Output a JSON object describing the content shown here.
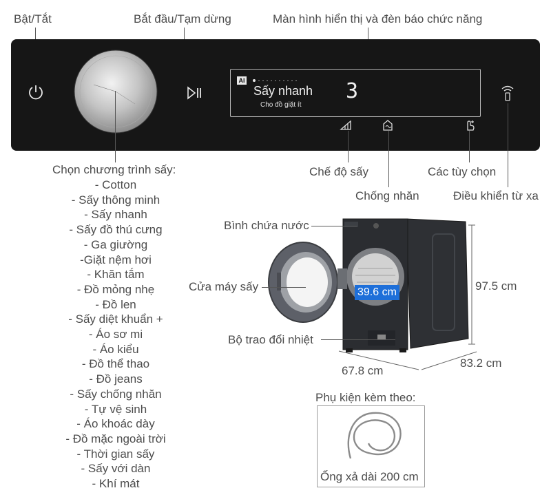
{
  "labels": {
    "power": "Bật/Tắt",
    "start_pause": "Bắt đầu/Tạm dừng",
    "display": "Màn hình hiển thị và đèn báo chức năng",
    "dry_mode": "Chế độ sấy",
    "anti_wrinkle": "Chống nhăn",
    "options": "Các tùy chọn",
    "remote": "Điều khiển từ xa",
    "water_tank": "Bình chứa nước",
    "door": "Cửa máy sấy",
    "heat_exchanger": "Bộ trao đổi nhiệt",
    "programs_title": "Chọn chương trình sấy:"
  },
  "display_screen": {
    "ai_badge": "AI",
    "program_name": "Sấy nhanh",
    "program_sub": "Cho đồ giặt ít",
    "time_digit": "3"
  },
  "programs": [
    "- Cotton",
    "- Sấy thông minh",
    "- Sấy nhanh",
    "- Sấy đồ thú cưng",
    "- Ga giường",
    "-Giặt nệm hơi",
    "- Khăn tắm",
    "- Đồ mỏng nhẹ",
    "- Đồ len",
    "- Sấy diệt khuẩn +",
    "- Áo sơ mi",
    "- Áo kiểu",
    "- Đồ thể thao",
    "- Đồ jeans",
    "- Sấy chống nhăn",
    "- Tự vệ sinh",
    "- Áo khoác dày",
    "- Đồ mặc ngoài trời",
    "- Thời gian sấy",
    "- Sấy với dàn",
    "- Khí mát"
  ],
  "dimensions": {
    "door_diameter": "39.6 cm",
    "height": "97.5 cm",
    "width": "67.8 cm",
    "depth": "83.2 cm"
  },
  "accessories": {
    "title": "Phụ kiện kèm theo:",
    "item": "Ống xả dài 200 cm"
  },
  "colors": {
    "panel": "#161616",
    "dimension_badge": "#1e6fd9",
    "machine_body": "#2b2d31"
  }
}
